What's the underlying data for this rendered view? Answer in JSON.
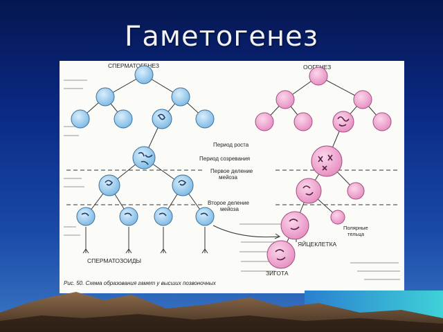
{
  "slide": {
    "title": "Гаметогенез"
  },
  "figure": {
    "heading_left": "СПЕРМАТОГЕНЕЗ",
    "heading_right": "ООГЕНЕЗ",
    "label_growth": "Период роста",
    "label_maturation": "Период созревания",
    "label_first_division_1": "Первое деление",
    "label_first_division_2": "мейоза",
    "label_second_division_1": "Второе деление",
    "label_second_division_2": "мейоза",
    "label_polar_1": "Полярные",
    "label_polar_2": "тельца",
    "label_egg": "ЯЙЦЕКЛЕТКА",
    "label_sperm": "СПЕРМАТОЗОИДЫ",
    "label_zygote": "ЗИГОТА",
    "caption": "Рис. 50. Схема образования гамет у высших позвоночных"
  },
  "colors": {
    "sperm_cell": "#8ec5ea",
    "oocyte_cell": "#f0a8cf",
    "background_top": "#061650",
    "background_bottom": "#3b78c4"
  }
}
